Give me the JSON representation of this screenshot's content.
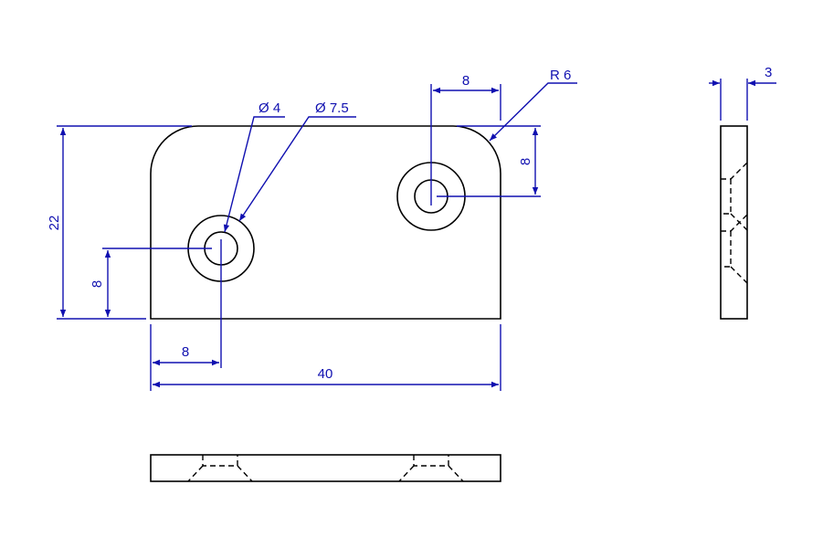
{
  "title": "Plate with two countersunk holes - orthographic views",
  "colors": {
    "object_line": "#000000",
    "dimension": "#1010b0"
  },
  "dimensions": {
    "hole_small_dia": "Ø 4",
    "hole_large_dia": "Ø 7.5",
    "hole2_from_right": "8",
    "corner_radius": "R 6",
    "hole2_from_top": "8",
    "overall_height": "22",
    "hole1_from_bottom": "8",
    "hole1_from_left": "8",
    "overall_width": "40",
    "thickness": "3"
  }
}
